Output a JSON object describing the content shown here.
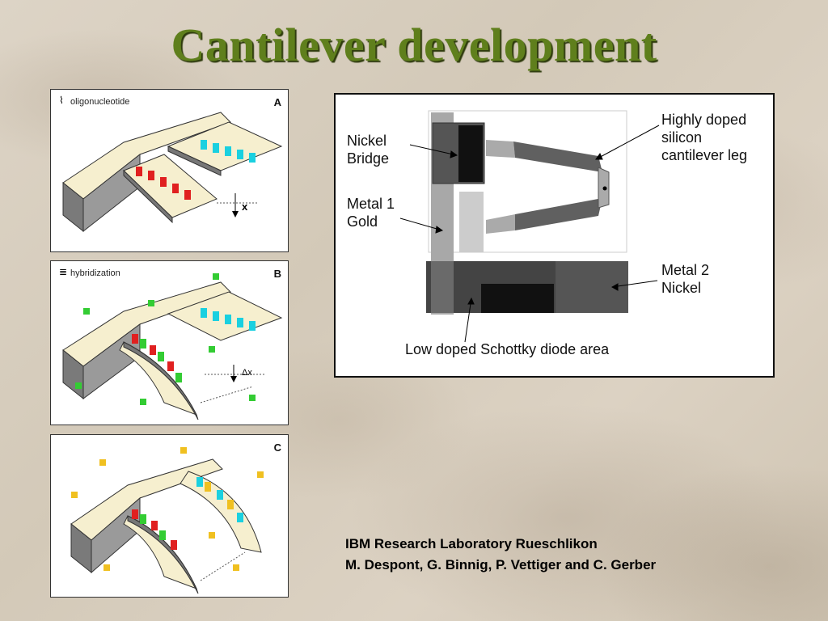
{
  "slide": {
    "title": "Cantilever development"
  },
  "panels": [
    {
      "letter": "A",
      "label": "oligonucleotide"
    },
    {
      "letter": "B",
      "label": "hybridization",
      "annotation": "Δx"
    },
    {
      "letter": "C",
      "label": ""
    }
  ],
  "panel_a_annotation": "x",
  "diagram": {
    "labels": {
      "nickel_bridge": "Nickel\nBridge",
      "metal1": "Metal 1\nGold",
      "leg": "Highly doped\nsilicon\ncantilever leg",
      "metal2": "Metal 2\nNickel",
      "schottky": "Low doped Schottky diode area"
    }
  },
  "credits": {
    "line1": "IBM Research Laboratory Rueschlikon",
    "line2": "M. Despont, G. Binnig, P. Vettiger and C. Gerber"
  },
  "colors": {
    "title": "#5f7f1c",
    "probe_red": "#e02020",
    "probe_cyan": "#1ad0e0",
    "target_green": "#33cc33",
    "target_yellow": "#f0c020"
  }
}
